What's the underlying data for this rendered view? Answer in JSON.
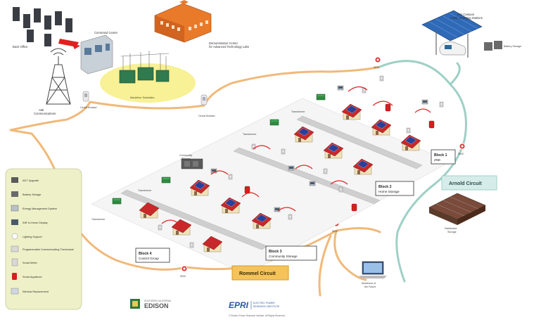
{
  "labels": {
    "back_office": "Back Office",
    "command_center": "Command Center",
    "demo_center_line1": "Demonstration Center",
    "demo_center_line2": "for Advanced Technology Labs",
    "uci_campus_line1": "UCI Campus",
    "uci_campus_line2": "Public Charging Stations",
    "battery_storage": "Battery Storage",
    "ami_comm_line1": "AMI",
    "ami_comm_line2": "Communications",
    "circuit_breaker": "Circuit Breaker",
    "macarthur_substation": "MacArthur Substation",
    "transformer": "Transformer",
    "community_storage_line1": "Community",
    "community_storage_line2": "Storage",
    "distributed_storage_line1": "Distributed",
    "distributed_storage_line2": "Storage",
    "workforce_line1": "Workforce of",
    "workforce_line2": "the Future",
    "sinc": "SINC"
  },
  "blocks": [
    {
      "title": "Block 1",
      "subtitle": "ZNE"
    },
    {
      "title": "Block 2",
      "subtitle": "Home Storage"
    },
    {
      "title": "Block 3",
      "subtitle": "Community Storage"
    },
    {
      "title": "Block 4",
      "subtitle": "Control Group"
    }
  ],
  "circuits": {
    "arnold": "Arnold Circuit",
    "rommel": "Rommel Circuit"
  },
  "legend": [
    "ADT Upgrade",
    "Battery Storage",
    "Energy Management System",
    "INR In-Home Display",
    "Lighting Support",
    "Programmable Communicating Thermostat",
    "Smart Meter",
    "Smart Appliance",
    "Window Replacement"
  ],
  "footer": {
    "sce_small": "SOUTHERN CALIFORNIA",
    "sce_name": "EDISON",
    "epri_name": "EPRI",
    "epri_sub_line1": "ELECTRIC POWER",
    "epri_sub_line2": "RESEARCH INSTITUTE",
    "copyright": "© Electric Power Research Institute. All Rights Reserved."
  },
  "colors": {
    "circuit_line": "#f0b97a",
    "arnold_line": "#9fd0c6",
    "house_roof": "#c8282a",
    "house_wall": "#f0e2b8",
    "solar_panel": "#27409a",
    "green_equipment": "#2f8a3f",
    "red_arrow": "#e02020",
    "arnold_box": "#d6ecea",
    "rommel_box": "#f4c35a",
    "legend_bg": "#eef0c7",
    "substation_glow": "#f7ef8a"
  }
}
